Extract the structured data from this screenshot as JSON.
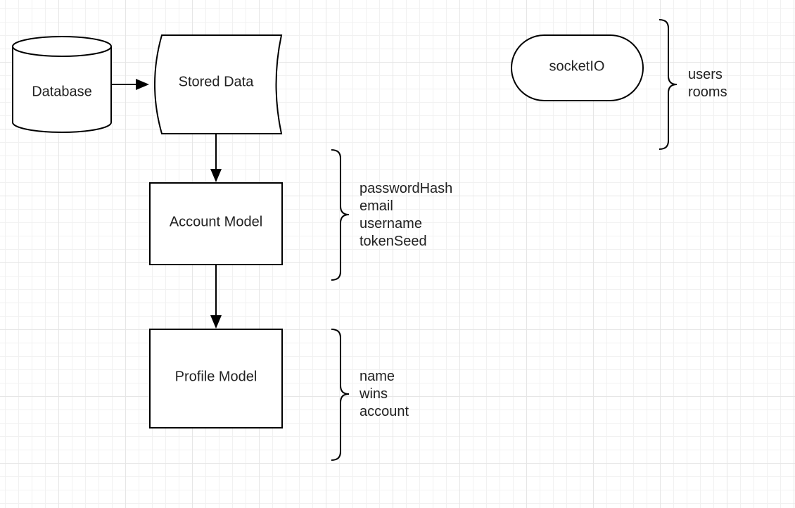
{
  "nodes": {
    "database": "Database",
    "stored_data": "Stored Data",
    "account_model": "Account Model",
    "profile_model": "Profile Model",
    "socketio": "socketIO"
  },
  "attributes": {
    "socketio": [
      "users",
      "rooms"
    ],
    "account_model": [
      "passwordHash",
      "email",
      "username",
      "tokenSeed"
    ],
    "profile_model": [
      "name",
      "wins",
      "account"
    ]
  },
  "edges": [
    {
      "from": "Database",
      "to": "Stored Data"
    },
    {
      "from": "Stored Data",
      "to": "Account Model"
    },
    {
      "from": "Account Model",
      "to": "Profile Model"
    }
  ]
}
